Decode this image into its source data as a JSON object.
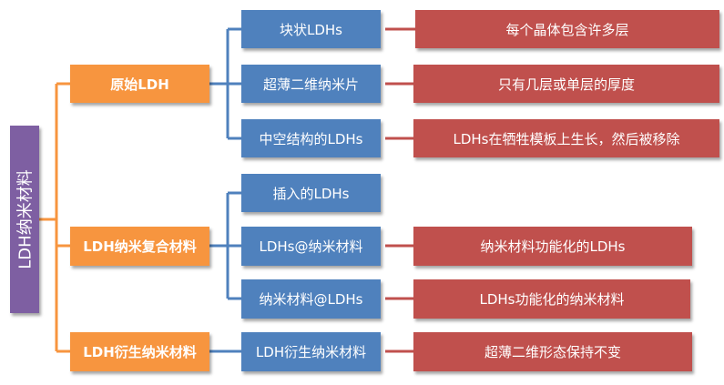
{
  "root": {
    "label": "LDH纳米材料"
  },
  "categories": [
    {
      "label": "原始LDH",
      "items": [
        {
          "label": "块状LDHs",
          "note": "每个晶体包含许多层"
        },
        {
          "label": "超薄二维纳米片",
          "note": "只有几层或单层的厚度"
        },
        {
          "label": "中空结构的LDHs",
          "note": "LDHs在牺牲模板上生长，然后被移除"
        }
      ]
    },
    {
      "label": "LDH纳米复合材料",
      "items": [
        {
          "label": "插入的LDHs"
        },
        {
          "label": "LDHs@纳米材料",
          "note": "纳米材料功能化的LDHs"
        },
        {
          "label": "纳米材料@LDHs",
          "note": "LDHs功能化的纳米材料"
        }
      ]
    },
    {
      "label": "LDH衍生纳米材料",
      "items": [
        {
          "label": "LDH衍生纳米材料",
          "note": "超薄二维形态保持不变"
        }
      ]
    }
  ],
  "colors": {
    "root": "#7e5fa2",
    "category": "#f7953f",
    "item": "#4f81bd",
    "note": "#c0504d",
    "connector_orange": "#f7953f",
    "connector_blue": "#4f81bd",
    "connector_red": "#c0504d"
  }
}
